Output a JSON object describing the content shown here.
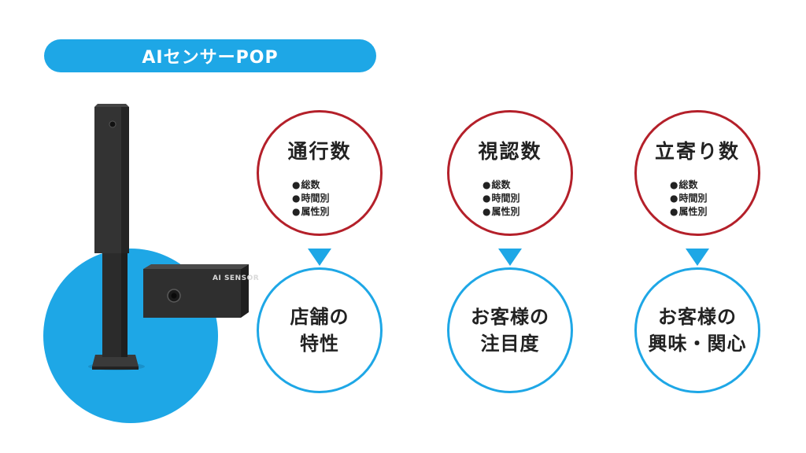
{
  "title": "AIセンサーPOP",
  "device": {
    "label": "AI SENSOR"
  },
  "columns": [
    {
      "metric": "通行数",
      "items": [
        "総数",
        "時間別",
        "属性別"
      ],
      "insight": [
        "店舗の",
        "特性"
      ]
    },
    {
      "metric": "視認数",
      "items": [
        "総数",
        "時間別",
        "属性別"
      ],
      "insight": [
        "お客様の",
        "注目度"
      ]
    },
    {
      "metric": "立寄り数",
      "items": [
        "総数",
        "時間別",
        "属性別"
      ],
      "insight": [
        "お客様の",
        "興味・関心"
      ]
    }
  ],
  "colors": {
    "accent_blue": "#1ea7e6",
    "metric_red": "#b4202a",
    "device_dark": "#2e2e2e"
  }
}
